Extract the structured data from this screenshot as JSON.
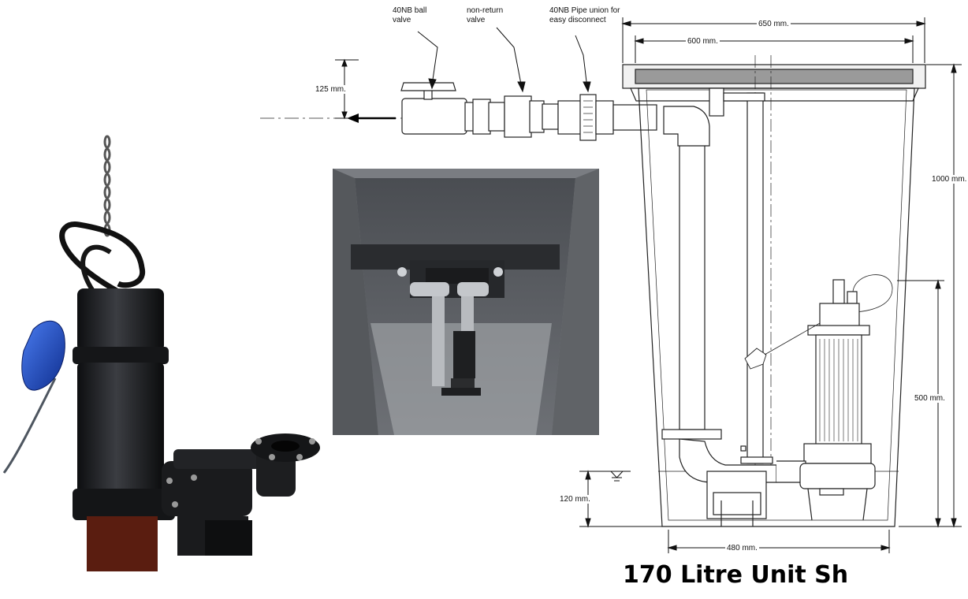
{
  "labels": {
    "ball_valve": "40NB ball\nvalve",
    "non_return_valve": "non-return\nvalve",
    "pipe_union": "40NB Pipe union for\neasy disconnect"
  },
  "dimensions": {
    "width_outer": "650 mm.",
    "width_inner": "600 mm.",
    "height_total": "1000 mm.",
    "height_float": "500 mm.",
    "outlet_height": "125 mm.",
    "water_level": "120 mm.",
    "base_width": "480 mm."
  },
  "caption": "170 Litre Unit Sh",
  "colors": {
    "pump_body": "#1c1d1f",
    "float_switch": "#1f4fd0",
    "tank_interior": "#5c5f63",
    "line": "#222222"
  }
}
